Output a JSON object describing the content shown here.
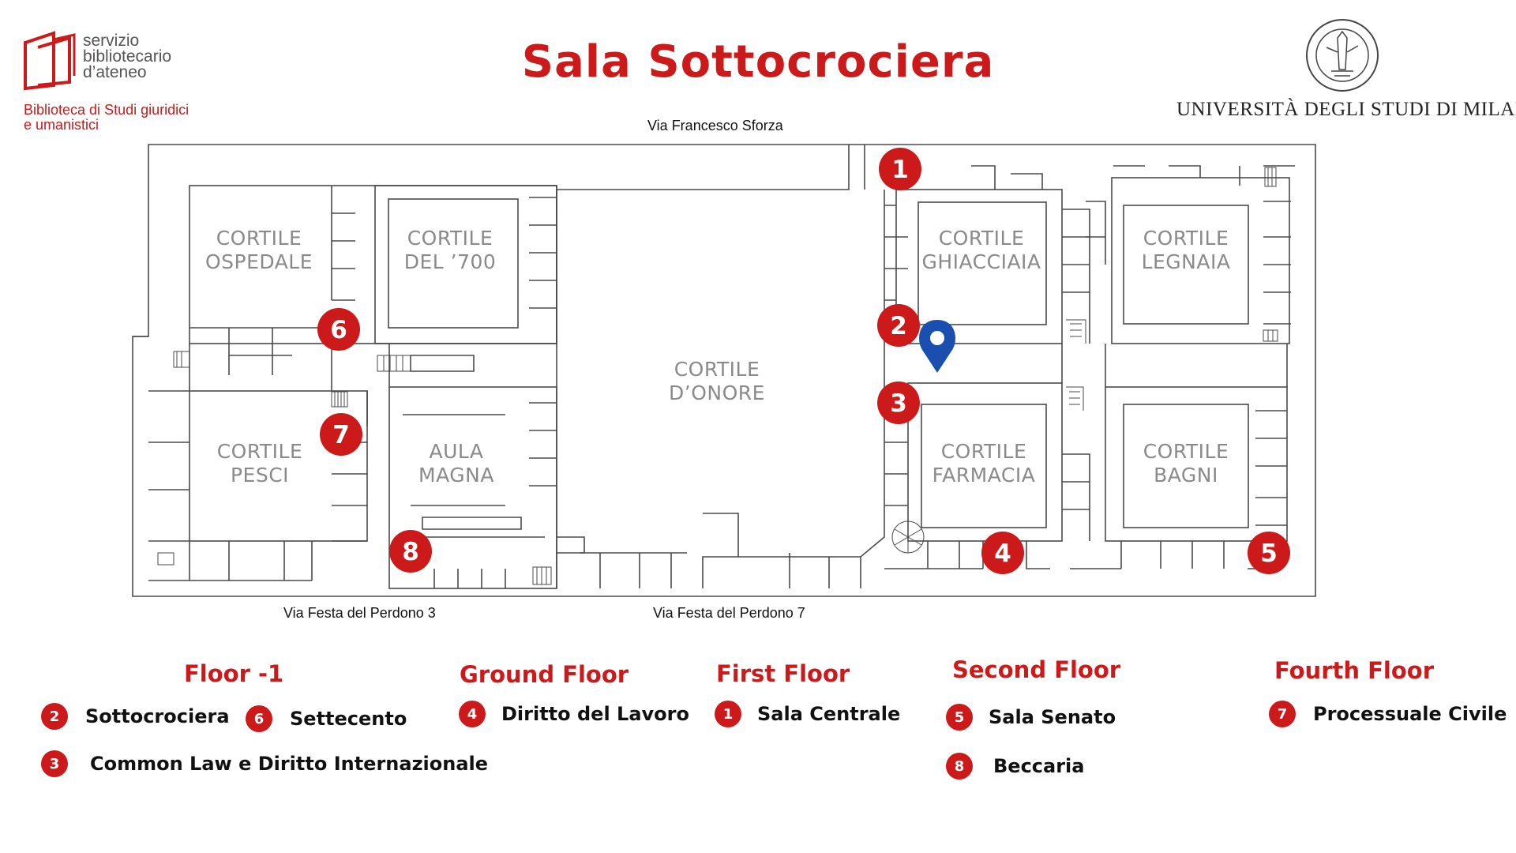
{
  "title": "Sala Sottocrociera",
  "logo_left": {
    "lines": [
      "servizio",
      "bibliotecario",
      "d’ateneo"
    ],
    "sub": [
      "Biblioteca di Studi giuridici",
      "e umanistici"
    ]
  },
  "university": {
    "name": "UNIVERSITÀ DEGLI STUDI DI MILANO"
  },
  "streets": {
    "top": "Via Francesco Sforza",
    "bottom_left": "Via Festa del Perdono 3",
    "bottom_center": "Via Festa del Perdono 7"
  },
  "courtyards": [
    {
      "id": "ospedale",
      "lines": [
        "CORTILE",
        "OSPEDALE"
      ]
    },
    {
      "id": "700",
      "lines": [
        "CORTILE",
        "DEL ’700"
      ]
    },
    {
      "id": "onore",
      "lines": [
        "CORTILE",
        "D’ONORE"
      ]
    },
    {
      "id": "ghiacciaia",
      "lines": [
        "CORTILE",
        "GHIACCIAIA"
      ]
    },
    {
      "id": "legnaia",
      "lines": [
        "CORTILE",
        "LEGNAIA"
      ]
    },
    {
      "id": "pesci",
      "lines": [
        "CORTILE",
        "PESCI"
      ]
    },
    {
      "id": "aula",
      "lines": [
        "AULA",
        "MAGNA"
      ]
    },
    {
      "id": "farmacia",
      "lines": [
        "CORTILE",
        "FARMACIA"
      ]
    },
    {
      "id": "bagni",
      "lines": [
        "CORTILE",
        "BAGNI"
      ]
    }
  ],
  "markers": [
    {
      "n": "1"
    },
    {
      "n": "2"
    },
    {
      "n": "3"
    },
    {
      "n": "4"
    },
    {
      "n": "5"
    },
    {
      "n": "6"
    },
    {
      "n": "7"
    },
    {
      "n": "8"
    }
  ],
  "location_pin": {
    "icon": "location-pin-icon",
    "color": "#1a4fb0"
  },
  "colors": {
    "accent": "#cc1a1a",
    "pin": "#1a4fb0",
    "walls": "#4a4a4a",
    "labels": "#8a8a8a"
  },
  "legend": {
    "floor_m1": {
      "heading": "Floor -1",
      "items": [
        {
          "n": "2",
          "label": "Sottocrociera"
        },
        {
          "n": "6",
          "label": "Settecento"
        },
        {
          "n": "3",
          "label": "Common Law e Diritto Internazionale"
        }
      ]
    },
    "ground": {
      "heading": "Ground Floor",
      "items": [
        {
          "n": "4",
          "label": "Diritto del Lavoro"
        }
      ]
    },
    "first": {
      "heading": "First Floor",
      "items": [
        {
          "n": "1",
          "label": "Sala Centrale"
        }
      ]
    },
    "second": {
      "heading": "Second Floor",
      "items": [
        {
          "n": "5",
          "label": "Sala Senato"
        },
        {
          "n": "8",
          "label": "Beccaria"
        }
      ]
    },
    "fourth": {
      "heading": "Fourth Floor",
      "items": [
        {
          "n": "7",
          "label": "Processuale Civile"
        }
      ]
    }
  }
}
